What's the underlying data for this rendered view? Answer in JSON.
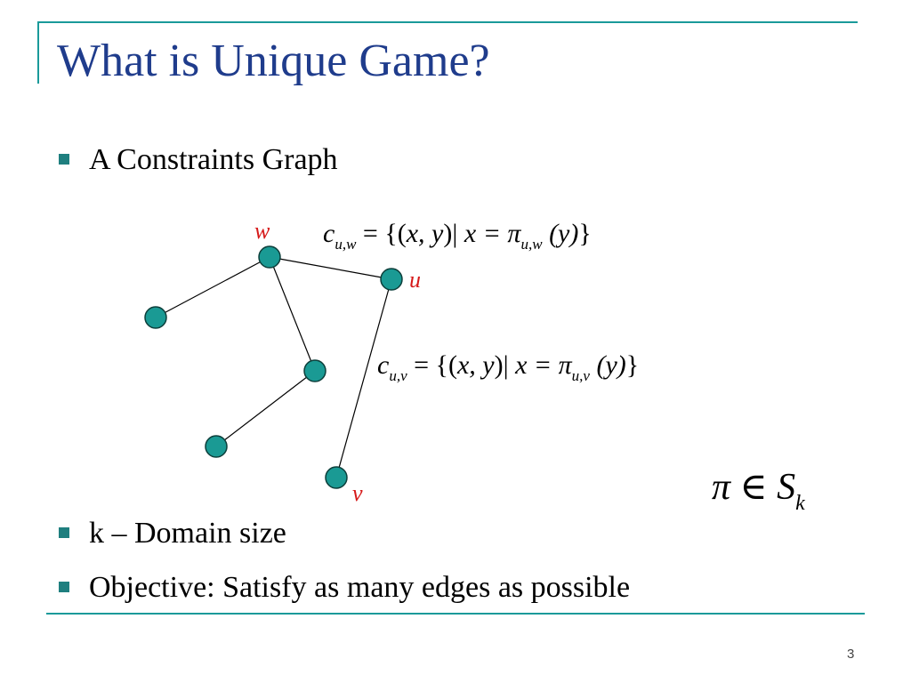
{
  "slide": {
    "title": "What is Unique Game?",
    "bullets": [
      "A Constraints Graph",
      "k – Domain size",
      "Objective: Satisfy as many edges as possible"
    ],
    "slide_number": "3"
  },
  "graph": {
    "node_labels": {
      "w": "w",
      "u": "u",
      "v": "v"
    },
    "node_color": "#1a9a94",
    "label_color": "#d61a1a"
  },
  "equations": {
    "cuw": {
      "c": "c",
      "sub": "u,w",
      "eq": "=",
      "open": "{(",
      "pair": "x, y",
      "bar": ")|",
      "rel": "x = π",
      "pisub": "u,w",
      "arg": "(y)",
      "close": "}"
    },
    "cuv": {
      "c": "c",
      "sub": "u,v",
      "eq": "=",
      "open": "{(",
      "pair": "x, y",
      "bar": ")|",
      "rel": "x = π",
      "pisub": "u,v",
      "arg": "(y)",
      "close": "}"
    },
    "perm": {
      "lhs": "π ∈ S",
      "sub": "k"
    }
  },
  "colors": {
    "title": "#1f3c8c",
    "accent": "#1a9a9a",
    "bullet": "#1f7f7f"
  }
}
